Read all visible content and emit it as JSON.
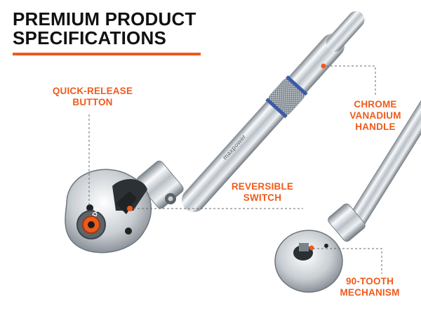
{
  "header": {
    "title_line1": "PREMIUM PRODUCT",
    "title_line2": "SPECIFICATIONS"
  },
  "callouts": {
    "quick_release": {
      "line1": "QUICK-RELEASE",
      "line2": "BUTTON"
    },
    "handle": {
      "line1": "CHROME",
      "line2": "VANADIUM",
      "line3": "HANDLE"
    },
    "switch": {
      "line1": "REVERSIBLE",
      "line2": "SWITCH"
    },
    "tooth": {
      "line1": "90-TOOTH",
      "line2": "MECHANISM"
    }
  },
  "product": {
    "brand_engraving": "maxpower",
    "drive_size_marking": "DG"
  },
  "colors": {
    "accent": "#f05a1a",
    "title": "#111111",
    "chrome_light": "#f4f6f8",
    "chrome_dark": "#8a9198",
    "knurl_ring": "#3b5ba8"
  }
}
